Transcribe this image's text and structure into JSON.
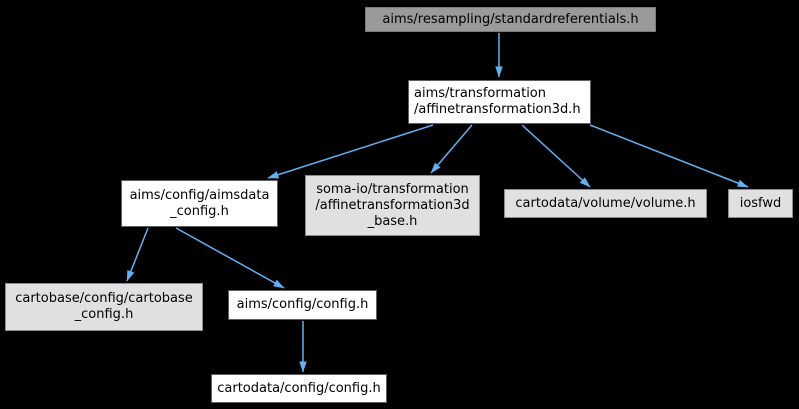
{
  "colors": {
    "background": "#000000",
    "edge": "#63b1f2",
    "node_fill_regular": "#ffffff",
    "node_fill_truncated": "#e0e0e0",
    "node_fill_current": "#9a9a9a",
    "node_border": "#6f6f6f",
    "node_text": "#000000"
  },
  "graph": {
    "type": "include-dependency-graph",
    "nodes": [
      {
        "id": "standardreferentials",
        "label": "aims/resampling/standardreferentials.h",
        "style": "current"
      },
      {
        "id": "affinetransformation3d",
        "label": "aims/transformation\n/affinetransformation3d.h",
        "style": "regular"
      },
      {
        "id": "aimsdata-config",
        "label": "aims/config/aimsdata\n_config.h",
        "style": "regular"
      },
      {
        "id": "affinetransformation3d-base",
        "label": "soma-io/transformation\n/affinetransformation3d\n_base.h",
        "style": "truncated"
      },
      {
        "id": "volume",
        "label": "cartodata/volume/volume.h",
        "style": "truncated"
      },
      {
        "id": "iosfwd",
        "label": "iosfwd",
        "style": "truncated"
      },
      {
        "id": "cartobase-config",
        "label": "cartobase/config/cartobase\n_config.h",
        "style": "truncated"
      },
      {
        "id": "aims-config",
        "label": "aims/config/config.h",
        "style": "regular"
      },
      {
        "id": "cartodata-config",
        "label": "cartodata/config/config.h",
        "style": "regular"
      }
    ],
    "edges": [
      {
        "from": "standardreferentials",
        "to": "affinetransformation3d"
      },
      {
        "from": "affinetransformation3d",
        "to": "aimsdata-config"
      },
      {
        "from": "affinetransformation3d",
        "to": "affinetransformation3d-base"
      },
      {
        "from": "affinetransformation3d",
        "to": "volume"
      },
      {
        "from": "affinetransformation3d",
        "to": "iosfwd"
      },
      {
        "from": "aimsdata-config",
        "to": "cartobase-config"
      },
      {
        "from": "aimsdata-config",
        "to": "aims-config"
      },
      {
        "from": "aims-config",
        "to": "cartodata-config"
      }
    ]
  }
}
